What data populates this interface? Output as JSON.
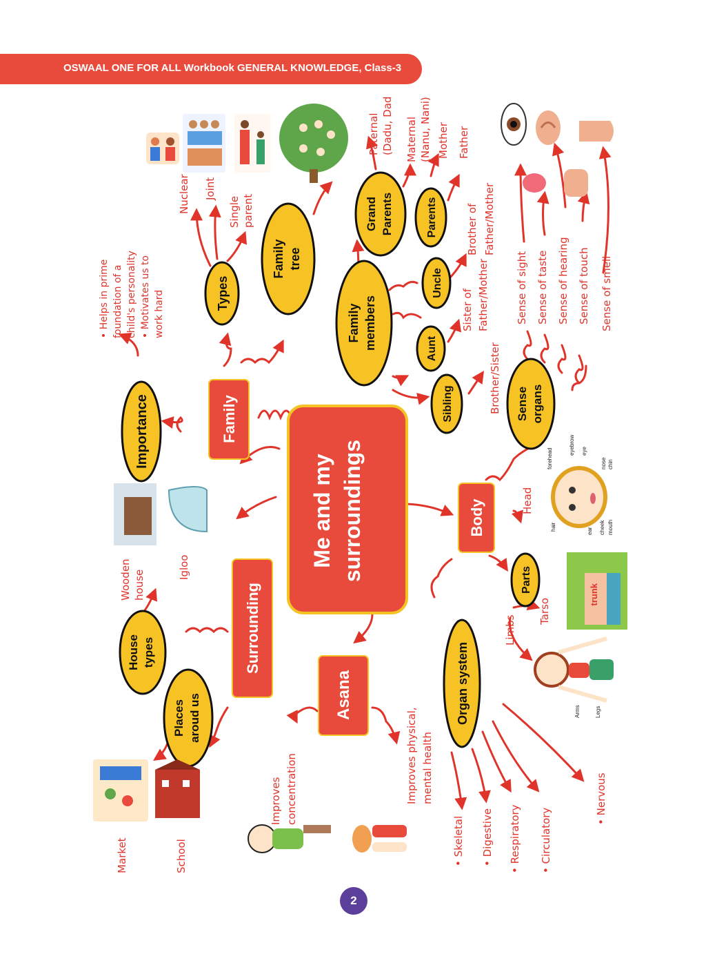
{
  "header": {
    "title": "OSWAAL ONE FOR ALL Workbook GENERAL KNOWLEDGE, Class-3"
  },
  "page_number": "2",
  "colors": {
    "header": "#e84a3c",
    "red_node": "#e84a3c",
    "yellow_node": "#f7c324",
    "text_red": "#e0342b",
    "badge": "#5b3f9a"
  },
  "center": {
    "line1": "Me and my",
    "line2": "surroundings"
  },
  "nodes": {
    "family": "Family",
    "surrounding": "Surrounding",
    "asana": "Asana",
    "body": "Body",
    "importance": "Importance",
    "types": "Types",
    "family_tree": {
      "line1": "Family",
      "line2": "tree"
    },
    "family_members": {
      "line1": "Family",
      "line2": "members"
    },
    "grand_parents": {
      "line1": "Grand",
      "line2": "Parents"
    },
    "parents": "Parents",
    "uncle": "Uncle",
    "aunt": "Aunt",
    "sibling": "Sibling",
    "sense_organs": {
      "line1": "Sense",
      "line2": "organs"
    },
    "house_types": {
      "line1": "House",
      "line2": "types"
    },
    "places_around_us": {
      "line1": "Places",
      "line2": "aroud us"
    },
    "organ_system": "Organ system",
    "parts": "Parts"
  },
  "labels": {
    "importance_points": [
      "• Helps in prime",
      "foundation of a",
      "child's personality",
      "• Motivates us to",
      "work hard"
    ],
    "nuclear": "Nuclear",
    "joint": "Joint",
    "single_parent": [
      "Single",
      "parent"
    ],
    "paternal": [
      "Paternal",
      "(Dadu, Dad"
    ],
    "maternal": [
      "Maternal",
      "(Nanu, Nani)"
    ],
    "mother": "Mother",
    "father": "Father",
    "brother_of": [
      "Brother of",
      "Father/Mother"
    ],
    "sister_of": [
      "Sister of",
      "Father/Mother"
    ],
    "brother_sister": "Brother/Sister",
    "senses": [
      "Sense of sight",
      "Sense of taste",
      "Sense of hearing",
      "Sense of touch",
      "Sense of smell"
    ],
    "wooden_house": [
      "Wooden",
      "house"
    ],
    "igloo": "Igloo",
    "market": "Market",
    "school": "School",
    "improves_concentration": [
      "Improves",
      "concentration"
    ],
    "improves_health": [
      "Improves physical,",
      "mental health"
    ],
    "organ_list": [
      "• Skeletal",
      "• Digestive",
      "• Respiratory",
      "• Circulatory",
      "• Nervous"
    ],
    "head": "Head",
    "tarso": "Tarso",
    "limbs": "Limbs",
    "trunk": "trunk",
    "face_parts": [
      "forehead",
      "eyebrow",
      "eye",
      "nose",
      "chin",
      "hair",
      "ear",
      "cheek",
      "mouth"
    ],
    "limb_parts": [
      "Arms",
      "Legs"
    ]
  }
}
